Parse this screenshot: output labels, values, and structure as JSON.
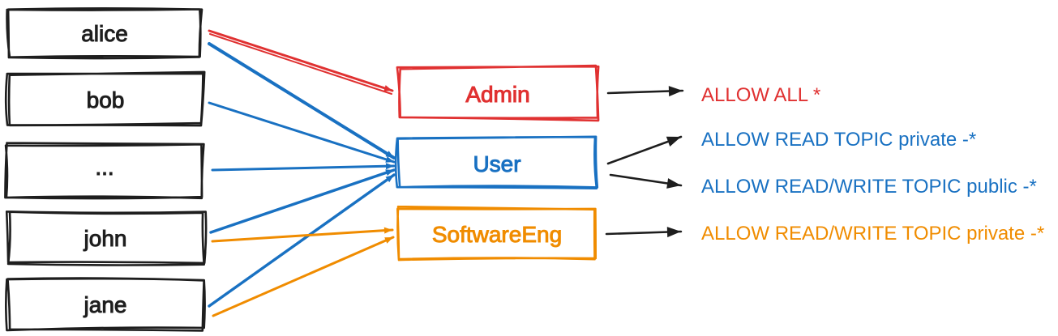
{
  "diagram_title": "users-to-roles-to-permissions-acl-diagram",
  "colors": {
    "red": "#e03131",
    "blue": "#1971c2",
    "orange": "#f08c00",
    "black": "#1e1e1e"
  },
  "users": [
    {
      "label": "alice"
    },
    {
      "label": "bob"
    },
    {
      "label": "..."
    },
    {
      "label": "john"
    },
    {
      "label": "jane"
    }
  ],
  "roles": [
    {
      "label": "Admin",
      "color": "#e03131"
    },
    {
      "label": "User",
      "color": "#1971c2"
    },
    {
      "label": "SoftwareEng",
      "color": "#f08c00"
    }
  ],
  "permissions": [
    {
      "label": "ALLOW ALL *",
      "color": "#e03131"
    },
    {
      "label": "ALLOW READ TOPIC private -*",
      "color": "#1971c2"
    },
    {
      "label": "ALLOW READ/WRITE TOPIC public -*",
      "color": "#1971c2"
    },
    {
      "label": "ALLOW READ/WRITE TOPIC private -*",
      "color": "#f08c00"
    }
  ],
  "edges": {
    "user_to_role": [
      {
        "from": "alice",
        "to": "Admin",
        "color": "red"
      },
      {
        "from": "alice",
        "to": "User",
        "color": "blue"
      },
      {
        "from": "bob",
        "to": "User",
        "color": "blue"
      },
      {
        "from": "...",
        "to": "User",
        "color": "blue"
      },
      {
        "from": "john",
        "to": "User",
        "color": "blue"
      },
      {
        "from": "jane",
        "to": "User",
        "color": "blue"
      },
      {
        "from": "john",
        "to": "SoftwareEng",
        "color": "orange"
      },
      {
        "from": "jane",
        "to": "SoftwareEng",
        "color": "orange"
      }
    ],
    "role_to_permission": [
      {
        "from": "Admin",
        "to": "ALLOW ALL *"
      },
      {
        "from": "User",
        "to": "ALLOW READ TOPIC private -*"
      },
      {
        "from": "User",
        "to": "ALLOW READ/WRITE TOPIC public -*"
      },
      {
        "from": "SoftwareEng",
        "to": "ALLOW READ/WRITE TOPIC private -*"
      }
    ]
  }
}
